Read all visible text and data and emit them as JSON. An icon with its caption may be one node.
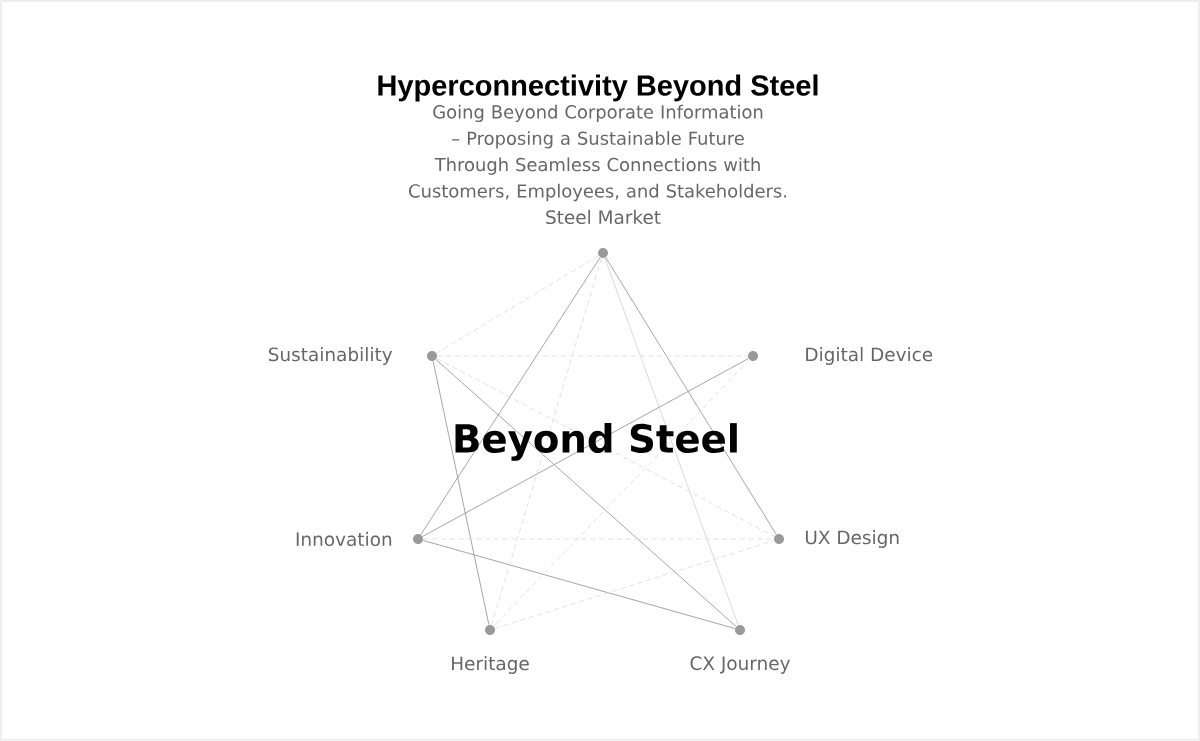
{
  "diagram": {
    "title": "Hyperconnectivity Beyond Steel",
    "nodes": [
      {
        "text": [],
        "shape": "circle",
        "beside": [
          "Steel Market"
        ]
      },
      {
        "text": [],
        "shape": "circle",
        "beside": [
          "Sustainability"
        ]
      },
      {
        "text": [],
        "shape": "circle",
        "beside": [
          "Digital Device"
        ]
      },
      {
        "text": [],
        "shape": "circle",
        "beside": [
          "Innovation"
        ]
      },
      {
        "text": [],
        "shape": "circle",
        "beside": [
          "UX Design"
        ]
      },
      {
        "text": [],
        "shape": "circle",
        "beside": [
          "Heritage"
        ]
      },
      {
        "text": [],
        "shape": "circle",
        "beside": [
          "CX Journey"
        ]
      }
    ],
    "edges": [
      {
        "from": 0,
        "to": 3,
        "arrow": "none"
      },
      {
        "from": 0,
        "to": 4,
        "arrow": "none"
      },
      {
        "from": 0,
        "to": 6,
        "arrow": "none",
        "color": "#d4d4d4"
      },
      {
        "from": 1,
        "to": 5,
        "arrow": "none"
      },
      {
        "from": 1,
        "to": 6,
        "arrow": "none"
      },
      {
        "from": 2,
        "to": 3,
        "arrow": "none"
      },
      {
        "from": 3,
        "to": 6,
        "arrow": "none"
      },
      {
        "from": 0,
        "to": 1,
        "arrow": "none",
        "style": "dashed",
        "color": "#dddddd"
      },
      {
        "from": 0,
        "to": 5,
        "arrow": "none",
        "style": "dashed",
        "color": "#dddddd"
      },
      {
        "from": 1,
        "to": 2,
        "arrow": "none",
        "style": "dashed",
        "color": "#dddddd"
      },
      {
        "from": 1,
        "to": 4,
        "arrow": "none",
        "style": "dashed",
        "color": "#dddddd"
      },
      {
        "from": 2,
        "to": 5,
        "arrow": "none",
        "style": "dashed",
        "color": "#dddddd"
      },
      {
        "from": 3,
        "to": 4,
        "arrow": "none",
        "style": "dashed",
        "color": "#dddddd"
      },
      {
        "from": 5,
        "to": 4,
        "arrow": "none",
        "style": "dashed",
        "color": "#dddddd"
      }
    ],
    "labels": [
      "Going Beyond Corporate Information – Proposing a Sustainable Future Through Seamless Connections with Customers, Employees, and Stakeholders.",
      "Beyond Steel"
    ]
  }
}
